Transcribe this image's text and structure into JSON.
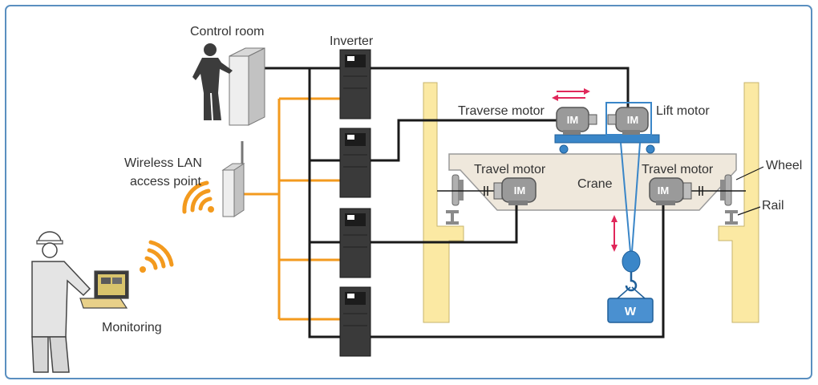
{
  "labels": {
    "control_room": "Control room",
    "inverter": "Inverter",
    "wireless_line1": "Wireless LAN",
    "wireless_line2": "access point",
    "monitoring": "Monitoring",
    "traverse_motor": "Traverse motor",
    "lift_motor": "Lift motor",
    "travel_motor_left": "Travel motor",
    "travel_motor_right": "Travel motor",
    "crane": "Crane",
    "wheel": "Wheel",
    "rail": "Rail",
    "im": "IM",
    "weight": "W"
  },
  "icons": {
    "operator": "control-room-operator-icon",
    "cabinet": "control-cabinet-icon",
    "inverter": "inverter-unit-icon",
    "access_point": "wireless-access-point-icon",
    "wifi": "wifi-signal-icon",
    "technician": "technician-with-laptop-icon",
    "motor": "induction-motor-icon",
    "hook": "crane-hook-icon"
  },
  "colors": {
    "frame": "#5a8fc0",
    "orange": "#f39a1e",
    "wire": "#1a1a1a",
    "pillar": "#fbe9a3",
    "pillar_edge": "#c7b46e",
    "beam": "#efe8dc",
    "blue": "#3a86c8",
    "arrow": "#e0275a",
    "motor": "#9a9a9a"
  }
}
